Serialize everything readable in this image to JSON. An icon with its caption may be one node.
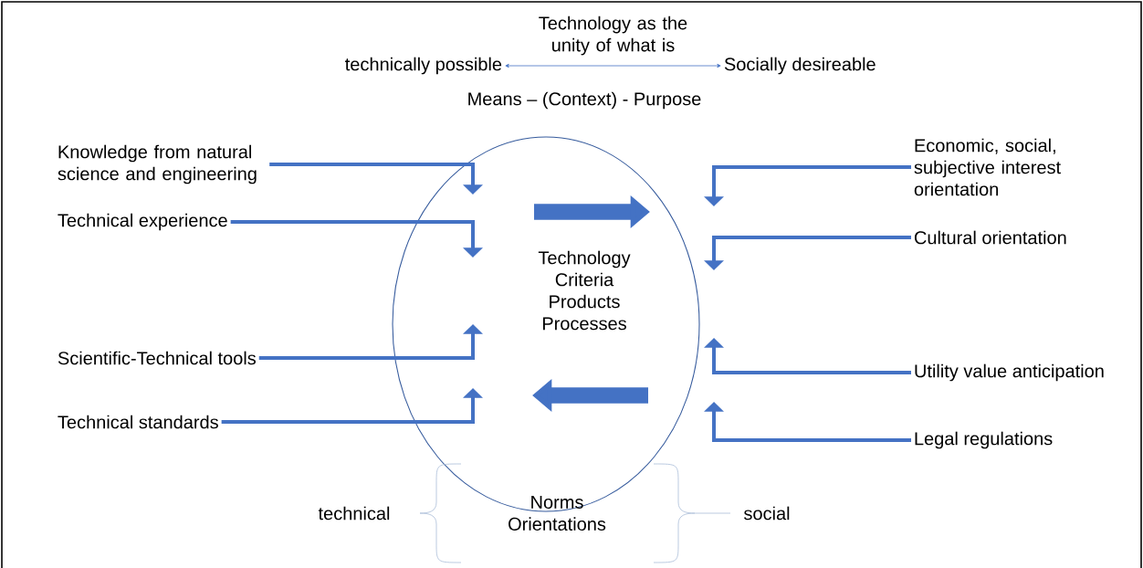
{
  "diagram": {
    "nodes": [
      {
        "text": [
          "technically possible"
        ]
      },
      {
        "text": [
          "Socially desireable"
        ]
      },
      {
        "text": [
          "Technology Criteria Products Processes"
        ]
      },
      {
        "text": [
          "Knowledge from natural science and engineering"
        ]
      },
      {
        "text": [
          "Technical experience"
        ]
      },
      {
        "text": [
          "Scientific-Technical tools"
        ]
      },
      {
        "text": [
          "Technical standards"
        ]
      },
      {
        "text": [
          "Economic, social, subjective interest orientation"
        ]
      },
      {
        "text": [
          "Cultural orientation"
        ]
      },
      {
        "text": [
          "Utility value anticipation"
        ]
      },
      {
        "text": [
          "Legal regulations"
        ]
      }
    ],
    "edges": [
      {
        "from": 0,
        "to": 1,
        "arrow": "both",
        "label": "Technology as the unity of what is"
      },
      {
        "from": 3,
        "to": 2,
        "arrow": "to"
      },
      {
        "from": 4,
        "to": 2,
        "arrow": "to"
      },
      {
        "from": 5,
        "to": 2,
        "arrow": "to"
      },
      {
        "from": 6,
        "to": 2,
        "arrow": "to"
      },
      {
        "from": 7,
        "to": 2,
        "arrow": "to"
      },
      {
        "from": 8,
        "to": 2,
        "arrow": "to"
      },
      {
        "from": 9,
        "to": 2,
        "arrow": "to"
      },
      {
        "from": 10,
        "to": 2,
        "arrow": "to"
      }
    ],
    "labels": [
      "Means – (Context) - Purpose",
      "technical",
      "Norms Orientations",
      "social"
    ]
  }
}
